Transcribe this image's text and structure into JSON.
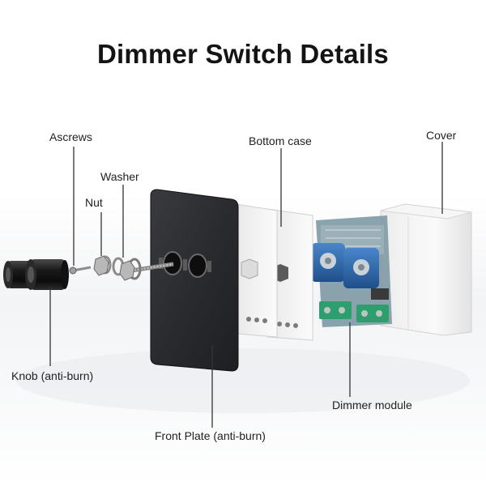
{
  "title": "Dimmer Switch Details",
  "labels": {
    "ascrews": "Ascrews",
    "washer": "Washer",
    "nut": "Nut",
    "bottom_case": "Bottom case",
    "cover": "Cover",
    "knob": "Knob (anti-burn)",
    "dimmer_module": "Dimmer module",
    "front_plate": "Front Plate (anti-burn)"
  },
  "colors": {
    "plate": "#2b2c2f",
    "case": "#f4f4f4",
    "module_board": "#6c8a96",
    "potentiometer": "#2f6fb6",
    "terminal": "#2f9e6e",
    "knob": "#151515"
  }
}
